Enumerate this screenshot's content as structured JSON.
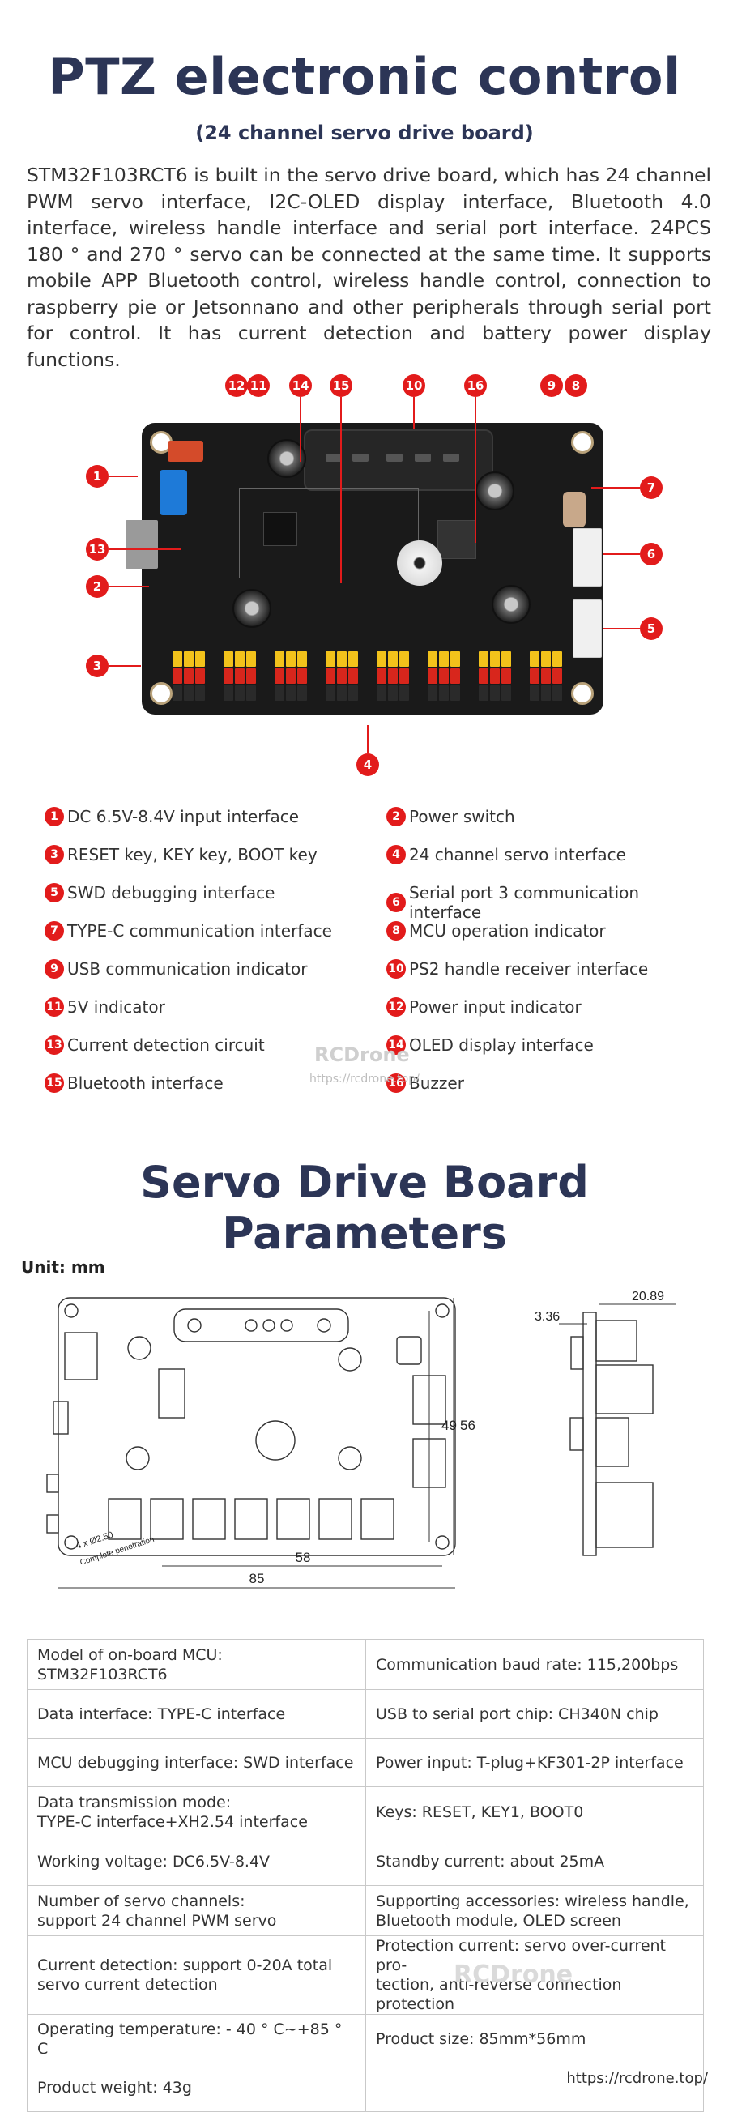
{
  "header": {
    "title": "PTZ electronic control",
    "subtitle": "(24 channel servo drive board)",
    "intro": "STM32F103RCT6 is built in the servo drive board, which has 24 channel PWM servo interface, I2C-OLED display interface, Bluetooth 4.0 interface, wireless handle interface and serial port interface. 24PCS 180 ° and 270 ° servo can be connected at the same time. It supports mobile APP Bluetooth control, wireless handle control, connection to raspberry pie or Jetsonnano and other peripherals through serial port for control. It has current detection and battery power display functions."
  },
  "board_callouts": [
    "1",
    "2",
    "3",
    "4",
    "5",
    "6",
    "7",
    "8",
    "9",
    "10",
    "11",
    "12",
    "13",
    "14",
    "15",
    "16"
  ],
  "legend": [
    {
      "num": "1",
      "label": "DC 6.5V-8.4V input interface"
    },
    {
      "num": "2",
      "label": "Power switch"
    },
    {
      "num": "3",
      "label": "RESET key, KEY key, BOOT key"
    },
    {
      "num": "4",
      "label": "24 channel servo interface"
    },
    {
      "num": "5",
      "label": "SWD debugging interface"
    },
    {
      "num": "6",
      "label": "Serial port 3 communication interface"
    },
    {
      "num": "7",
      "label": "TYPE-C communication interface"
    },
    {
      "num": "8",
      "label": "MCU operation indicator"
    },
    {
      "num": "9",
      "label": "USB communication indicator"
    },
    {
      "num": "10",
      "label": "PS2 handle receiver interface"
    },
    {
      "num": "11",
      "label": "5V indicator"
    },
    {
      "num": "12",
      "label": "Power input indicator"
    },
    {
      "num": "13",
      "label": "Current detection circuit"
    },
    {
      "num": "14",
      "label": "OLED display interface"
    },
    {
      "num": "15",
      "label": "Bluetooth interface"
    },
    {
      "num": "16",
      "label": " Buzzer"
    }
  ],
  "watermark": {
    "brand": "RCDrone",
    "url": "https://rcdrone.top/"
  },
  "params": {
    "title": "Servo Drive Board Parameters",
    "unit": "Unit: mm",
    "dims": {
      "width": "85",
      "height": "56",
      "hole_x": "58",
      "hole_y": "49",
      "depth": "20.89",
      "offset": "3.36",
      "holes": "4 x Ø2.50",
      "holes_note": "Complete penetration"
    },
    "rows": [
      [
        "Model of on-board MCU: STM32F103RCT6",
        "Communication baud rate: 115,200bps"
      ],
      [
        "Data interface: TYPE-C interface",
        "USB to serial port chip: CH340N chip"
      ],
      [
        "MCU debugging interface: SWD interface",
        "Power input: T-plug+KF301-2P interface"
      ],
      [
        "Data transmission mode:\nTYPE-C interface+XH2.54 interface",
        "Keys: RESET, KEY1, BOOT0"
      ],
      [
        "Working voltage: DC6.5V-8.4V",
        "Standby current: about 25mA"
      ],
      [
        "Number of servo channels:\nsupport 24 channel PWM servo",
        "Supporting accessories: wireless handle,\nBluetooth module, OLED screen"
      ],
      [
        "Current detection: support 0-20A total\nservo current detection",
        "Protection current: servo over-current pro-\ntection, anti-reverse connection protection"
      ],
      [
        "Operating temperature: - 40 ° C~+85 ° C",
        "Product size: 85mm*56mm"
      ],
      [
        "Product weight: 43g",
        ""
      ]
    ]
  },
  "footer_url": "https://rcdrone.top/"
}
